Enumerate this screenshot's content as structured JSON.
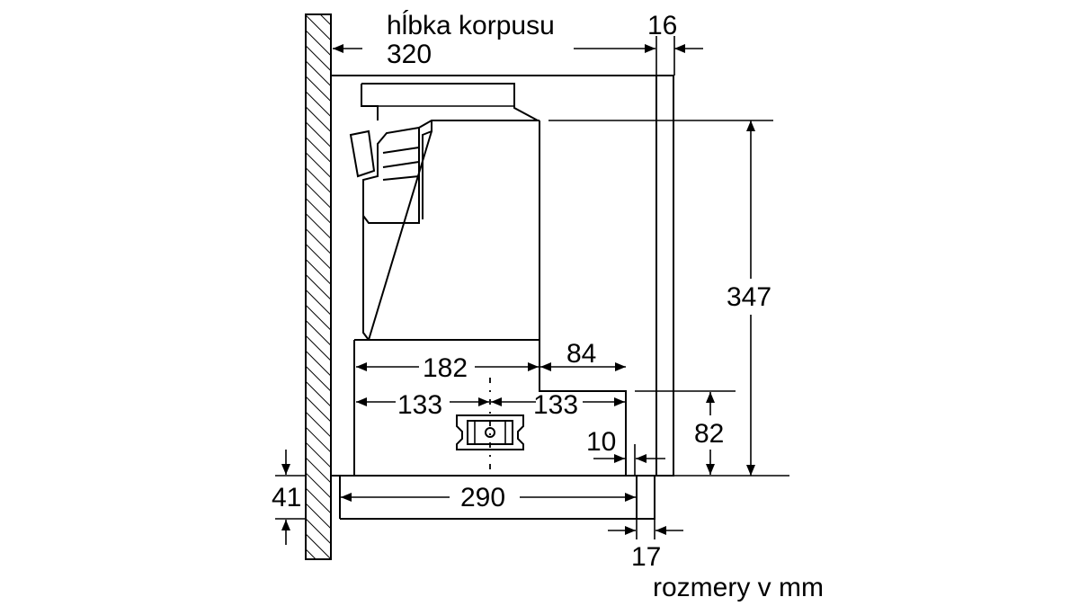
{
  "labels": {
    "depth_title": "hĺbka korpusu",
    "depth_value": "320",
    "front_thickness": "16",
    "total_height": "347",
    "width_182": "182",
    "depth_84": "84",
    "half_left": "133",
    "half_right": "133",
    "height_82": "82",
    "gap_10": "10",
    "bottom_41": "41",
    "width_290": "290",
    "front_17": "17",
    "units": "rozmery v mm"
  },
  "colors": {
    "line": "#000000",
    "background": "#ffffff"
  }
}
